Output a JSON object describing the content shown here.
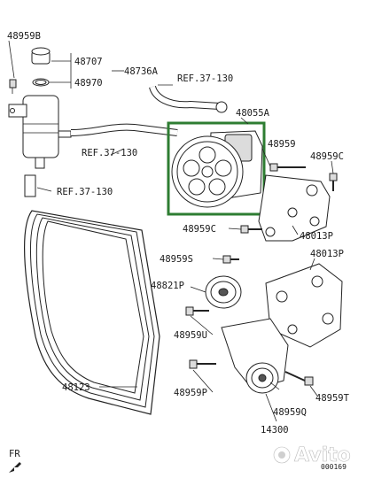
{
  "callouts": {
    "p48959B": "48959B",
    "p48707": "48707",
    "p48736A": "48736A",
    "p48970": "48970",
    "ref1": "REF.37-130",
    "ref2": "REF.37-130",
    "ref3": "REF.37-130",
    "p48055A": "48055A",
    "p48959": "48959",
    "p48959C_a": "48959C",
    "p48959C_b": "48959C",
    "p48013P_a": "48013P",
    "p48013P_b": "48013P",
    "p48959S": "48959S",
    "p48821P": "48821P",
    "p48959U": "48959U",
    "p48959P": "48959P",
    "p48123": "48123",
    "p48959Q": "48959Q",
    "p48959T": "48959T",
    "p14300": "14300",
    "fr": "FR",
    "diagram_code": "000169"
  },
  "watermark": {
    "text": "Avito"
  },
  "highlight": {
    "color": "#2e7d32",
    "part": "48055A"
  }
}
